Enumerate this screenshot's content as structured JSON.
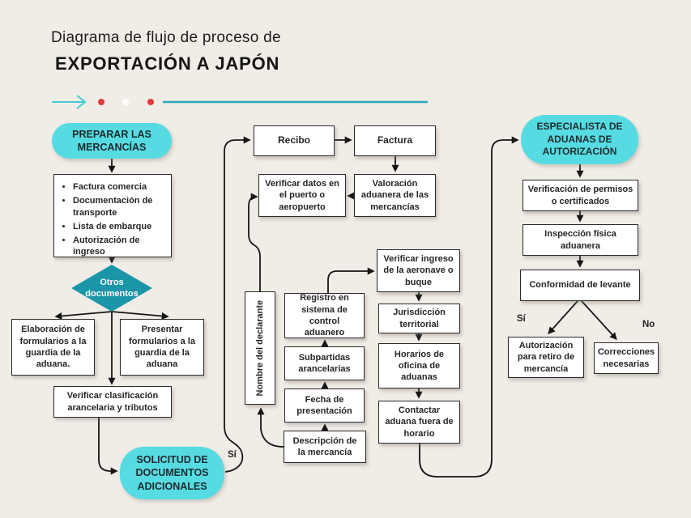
{
  "title": {
    "line1": "Diagrama de flujo de proceso de",
    "line2": "EXPORTACIÓN A JAPÓN"
  },
  "colors": {
    "background": "#f0ece6",
    "pill_teal": "#57dbe2",
    "diamond_teal": "#1b95a8",
    "connector": "#161616",
    "deco_arrow_teal": "#44cdd6",
    "deco_line_teal": "#2aa7b8",
    "deco_dot_red": "#e23b3b",
    "deco_dot_white": "#ffffff"
  },
  "nodes": {
    "preparar": "PREPARAR LAS MERCANCÍAS",
    "checklist": [
      "Factura comercia",
      "Documentación de transporte",
      "Lista de embarque",
      "Autorización de ingreso"
    ],
    "otros_documentos": "Otros documentos",
    "elaboracion": "Elaboración de formularios a la guardia de la aduana.",
    "presentar": "Presentar formularios a la guardia de la aduana",
    "verificar_clasificacion": "Verificar clasificación arancelaria y tributos",
    "solicitud": "SOLICITUD DE DOCUMENTOS ADICIONALES",
    "recibo": "Recibo",
    "factura": "Factura",
    "verificar_datos": "Verificar datos en el puerto o aeropuerto",
    "valoracion": "Valoración aduanera de las mercancías",
    "nombre_declarante": "Nombre del declarante",
    "registro": "Registro en sistema de control aduanero",
    "subpartidas": "Subpartidas arancelarias",
    "fecha": "Fecha de presentación",
    "descripcion": "Descripción de la mercancía",
    "verificar_ingreso": "Verificar ingreso de la aeronave o buque",
    "jurisdiccion": "Jurisdicción territorial",
    "horarios": "Horarios de oficina de aduanas",
    "contactar": "Contactar aduana fuera de horario",
    "especialista": "ESPECIALISTA DE ADUANAS DE AUTORIZACIÓN",
    "verificacion_permisos": "Verificación de permisos o certificados",
    "inspeccion": "Inspección física aduanera",
    "conformidad": "Conformidad de levante",
    "autorizacion": "Autorización para retiro de mercancía",
    "correcciones": "Correcciones necesarias"
  },
  "edge_labels": {
    "si_bottom": "Sí",
    "si_right": "Sí",
    "no_right": "No"
  }
}
